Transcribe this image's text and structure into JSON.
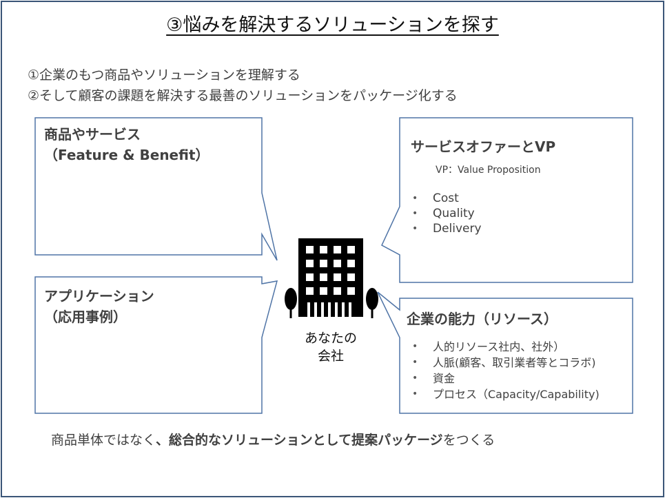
{
  "title": "③悩みを解決するソリューションを探す",
  "intro": [
    "①企業のもつ商品やソリューションを理解する",
    "②そして顧客の課題を解決する最善のソリューションをパッケージ化する"
  ],
  "boxes": {
    "product": {
      "heading_line1": "商品やサービス",
      "heading_line2": "（Feature & Benefit）"
    },
    "application": {
      "heading_line1": "アプリケーション",
      "heading_line2": "（応用事例）"
    },
    "offer": {
      "heading": "サービスオファーとVP",
      "subheading": "VP：Value Proposition",
      "bullets": [
        "Cost",
        "Quality",
        "Delivery"
      ]
    },
    "capability": {
      "heading": "企業の能力（リソース）",
      "bullets": [
        "人的リソース社内、社外）",
        "人脈(顧客、取引業者等とコラボ)",
        "資金",
        "プロセス（Capacity/Capability)"
      ]
    }
  },
  "company": {
    "line1": "あなたの",
    "line2": "会社"
  },
  "footer": {
    "text_before": "商品単体ではなく",
    "text_em": "、総合的なソリューションとして提案パッケージ",
    "text_after": "をつくる"
  },
  "colors": {
    "box_border": "#4f74a6",
    "frame_border": "#3a5577",
    "building": "#000000"
  },
  "icons": [
    "office-building-icon",
    "tree-icon"
  ]
}
